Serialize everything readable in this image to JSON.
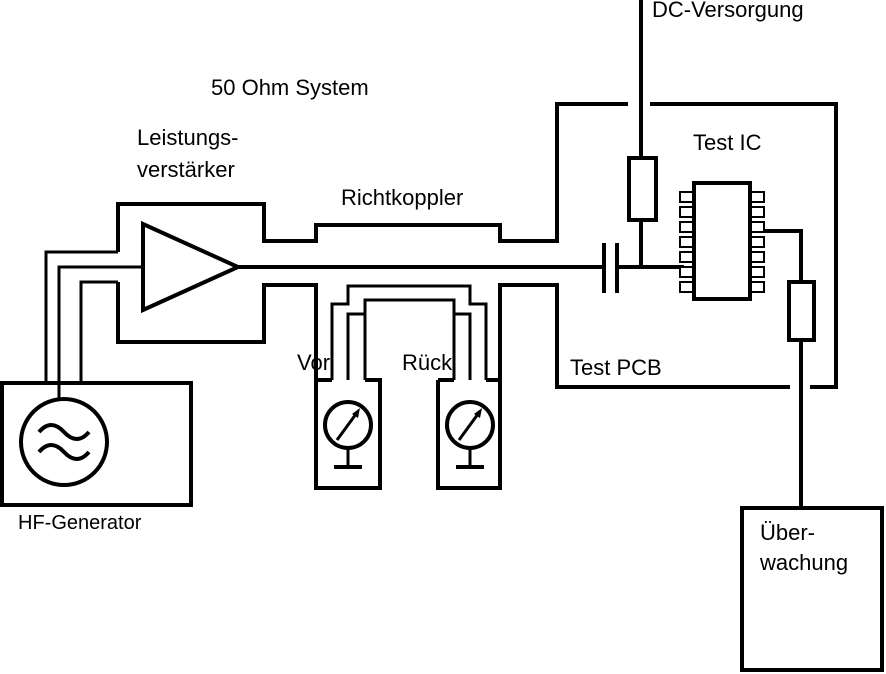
{
  "labels": {
    "dc_supply": "DC-Versorgung",
    "system": "50 Ohm System",
    "amplifier_line1": "Leistungs-",
    "amplifier_line2": "verstärker",
    "coupler": "Richtkoppler",
    "test_ic": "Test IC",
    "forward": "Vor",
    "reverse": "Rück",
    "test_pcb": "Test PCB",
    "generator": "HF-Generator",
    "monitor_line1": "Über-",
    "monitor_line2": "wachung"
  },
  "icons": {
    "generator": "sine-wave-source-icon",
    "meter": "analog-meter-icon",
    "amplifier": "triangle-amplifier-icon",
    "capacitor": "capacitor-icon",
    "resistor": "resistor-icon",
    "ic": "dip-chip-icon",
    "ground": "ground-icon"
  }
}
